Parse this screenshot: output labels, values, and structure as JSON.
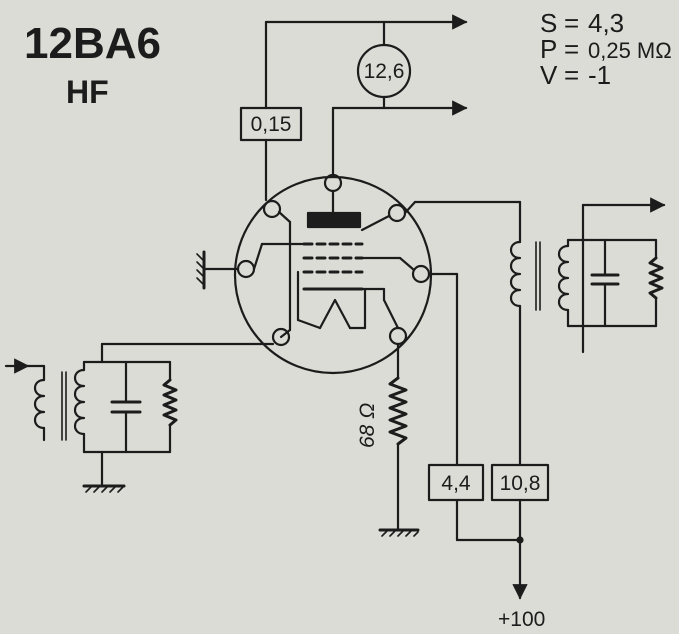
{
  "header": {
    "tube_name": "12BA6",
    "tube_usage": "HF"
  },
  "parameters": [
    {
      "label": "S",
      "sep": "=",
      "value": "4,3"
    },
    {
      "label": "P",
      "sep": "=",
      "value": "0,25 MΩ"
    },
    {
      "label": "V",
      "sep": "=",
      "value": "-1"
    }
  ],
  "measurements": {
    "heater_voltage": "12,6",
    "screen_current": "0,15",
    "screen_voltage": "4,4",
    "plate_current": "10,8"
  },
  "components": {
    "cathode_resistor": "68 Ω"
  },
  "supply": {
    "label": "+100"
  },
  "colors": {
    "background": "#dcdcd6",
    "ink": "#1c1c1c"
  }
}
